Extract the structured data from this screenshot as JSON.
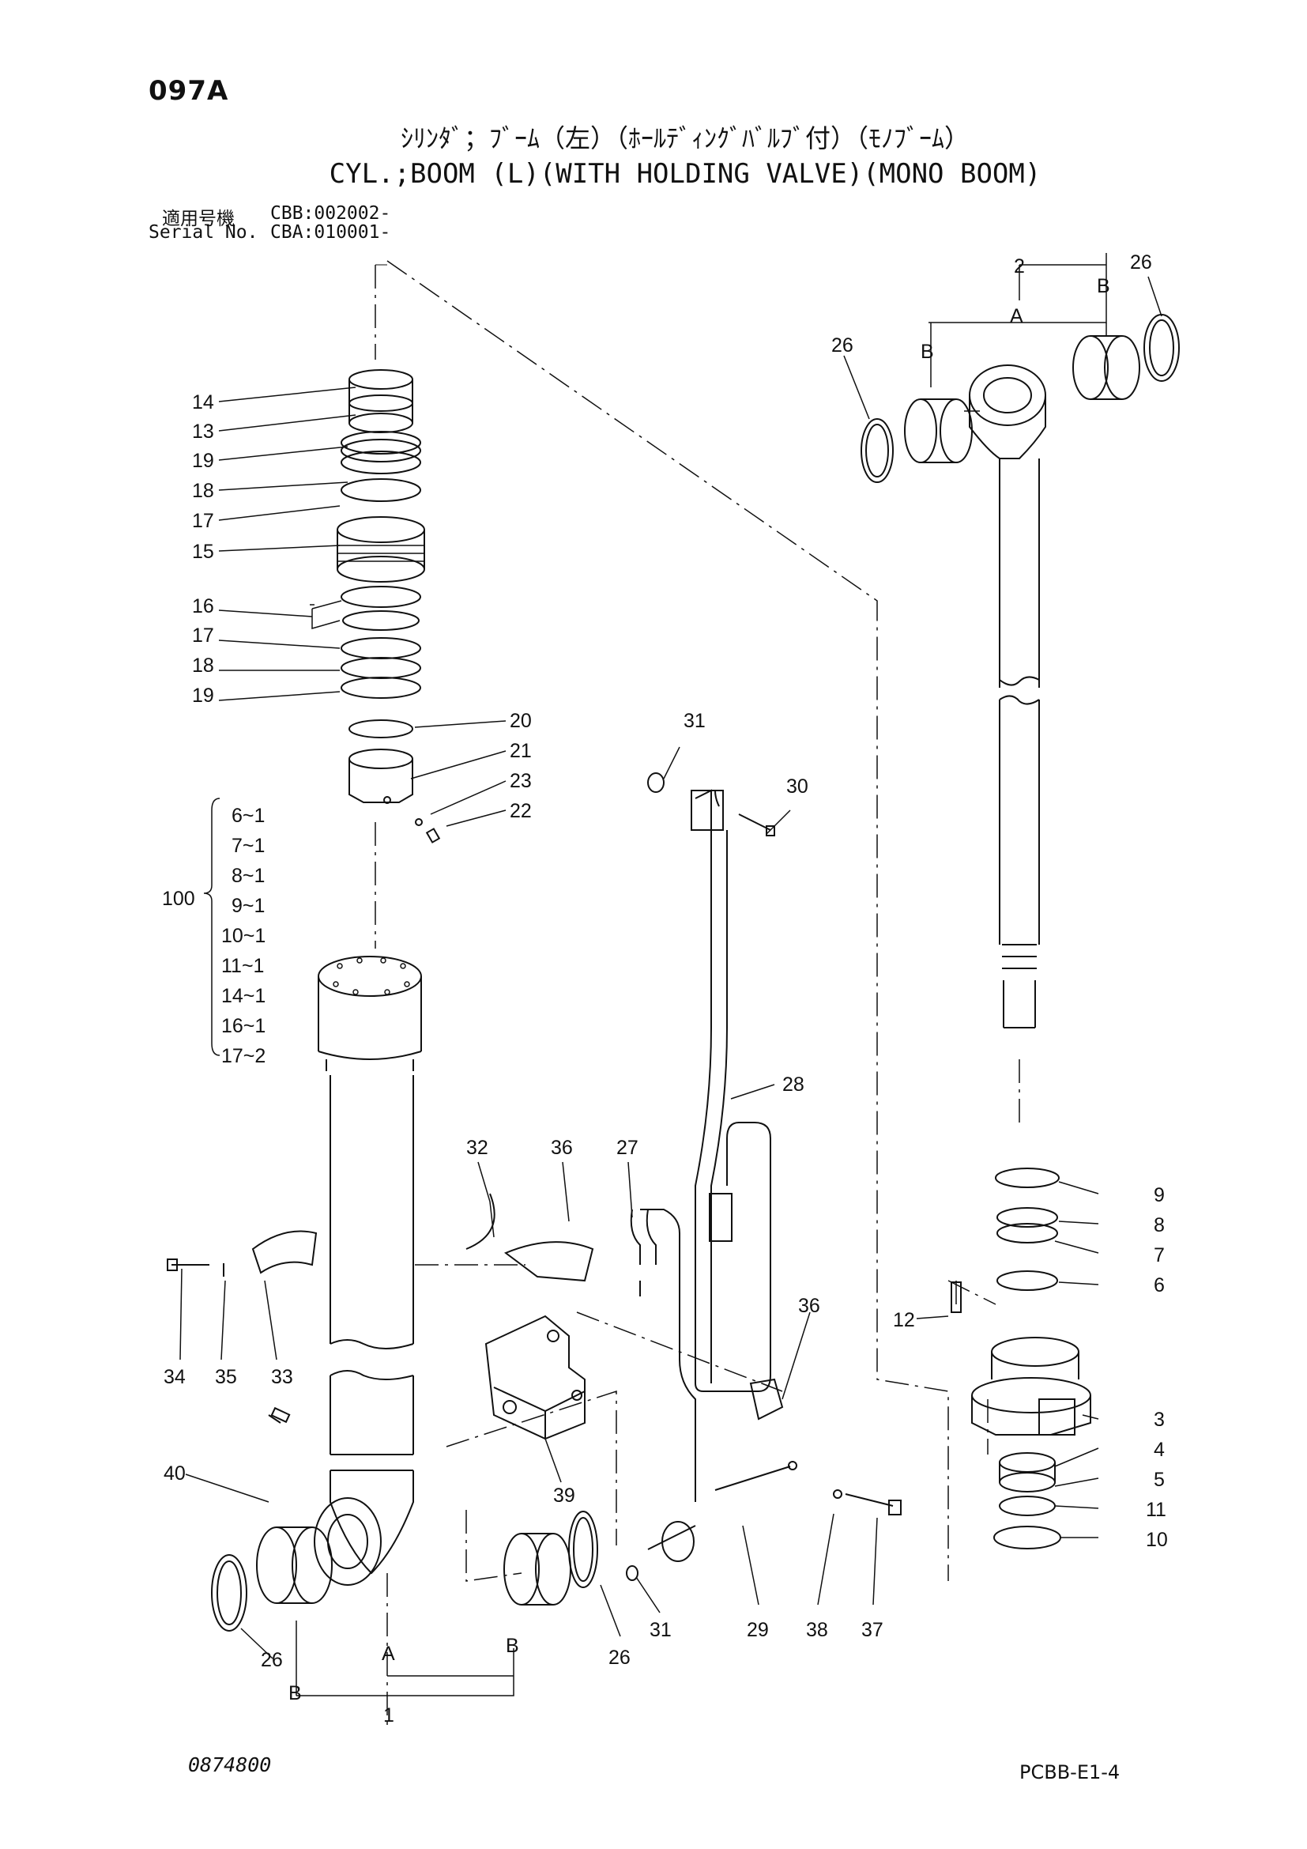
{
  "header": {
    "page_code": "097A",
    "title_jp": "ｼﾘﾝﾀﾞ；ﾌﾞｰﾑ（左）（ﾎｰﾙﾃﾞｨﾝｸﾞﾊﾞﾙﾌﾞ付）（ﾓﾉﾌﾞｰﾑ）",
    "title_en": "CYL.;BOOM (L)(WITH HOLDING VALVE)(MONO BOOM)",
    "serial_label_jp": "適用号機",
    "serial_label_en": "Serial No.",
    "serial_1": "CBB:002002-",
    "serial_2": "CBA:010001-"
  },
  "kit": {
    "number": "100",
    "items": [
      "6~1",
      "7~1",
      "8~1",
      "9~1",
      "10~1",
      "11~1",
      "14~1",
      "16~1",
      "17~2"
    ]
  },
  "callouts": {
    "p14": "14",
    "p13": "13",
    "p19a": "19",
    "p18a": "18",
    "p17a": "17",
    "p15": "15",
    "p16": "16",
    "p17b": "17",
    "p18b": "18",
    "p19b": "19",
    "p20": "20",
    "p21": "21",
    "p23": "23",
    "p22": "22",
    "p31a": "31",
    "p30": "30",
    "p28": "28",
    "p32": "32",
    "p36a": "36",
    "p27": "27",
    "p34": "34",
    "p35": "35",
    "p33": "33",
    "p36b": "36",
    "p39": "39",
    "p40": "40",
    "p26a": "26",
    "p26b": "26",
    "p31b": "31",
    "p29": "29",
    "p38": "38",
    "p37": "37",
    "p12": "12",
    "p9": "9",
    "p8": "8",
    "p7": "7",
    "p6": "6",
    "p3": "3",
    "p4": "4",
    "p5": "5",
    "p11": "11",
    "p10": "10",
    "p2": "2",
    "p26c": "26",
    "p26d": "26",
    "p1": "1",
    "refA_top": "A",
    "refB_top1": "B",
    "refB_top2": "B",
    "refA_bot": "A",
    "refB_bot1": "B",
    "refB_bot2": "B"
  },
  "footer": {
    "drawing_no": "0874800",
    "sheet_code": "PCBB-E1-4"
  }
}
